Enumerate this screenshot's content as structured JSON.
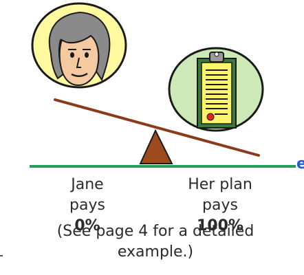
{
  "left_party": {
    "name": "Jane",
    "pays_label": "pays",
    "percent": "0%"
  },
  "right_party": {
    "name": "Her plan",
    "pays_label": "pays",
    "percent": "100%"
  },
  "note": {
    "line1": "(See page 4 for a detailed",
    "line2": "example.)"
  },
  "edge_fragment": "e",
  "icons": {
    "left": "woman-face-icon",
    "right": "clipboard-document-icon"
  },
  "colors": {
    "ground_line": "#22a05a",
    "seesaw_plank": "#8a3b1c",
    "fulcrum": "#9c4a1e",
    "left_circle": "#fffaa0",
    "right_circle": "#cde9b8",
    "edge_text": "#1f5fd6"
  }
}
